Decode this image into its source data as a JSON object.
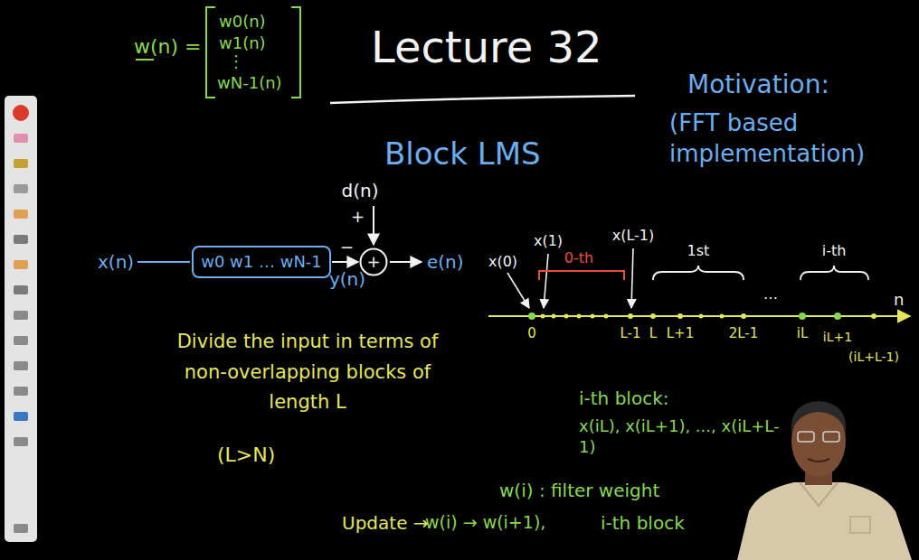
{
  "diagram": {
    "title": "Lecture 32",
    "nodes": [
      {
        "text": [
          "w0 w1 … wN-1"
        ]
      },
      {
        "text": [
          "+"
        ]
      }
    ],
    "edges": [
      {
        "from": 0,
        "to": 1,
        "arrow": "to"
      }
    ],
    "labels": [
      "w(n) =",
      "w0(n)",
      "w1(n)",
      "⋮",
      "wN-1(n)",
      "Block LMS",
      "Motivation:",
      "(FFT based implementation)",
      "x(n)",
      "d(n)",
      "+",
      "−",
      "y(n)",
      "e(n)",
      "x(0)",
      "x(1)",
      "0-th",
      "x(L-1)",
      "1st",
      "…",
      "i-th",
      "0",
      "L-1",
      "L",
      "L+1",
      "2L-1",
      "iL",
      "iL+1",
      "(iL+L-1)",
      "n",
      "Divide the input in terms of non-overlapping blocks of length L",
      "(L>N)",
      "i-th block:",
      "x(iL), x(iL+1), ..., x(iL+L-1)",
      "w(i) : filter weight",
      "Update →",
      "w(i) → w(i+1),",
      "i-th block"
    ]
  }
}
